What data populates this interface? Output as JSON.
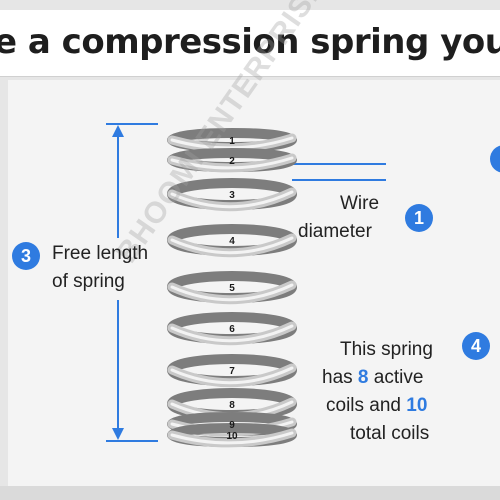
{
  "title": "e a compression spring you m",
  "labels": {
    "free_length_line1": "Free length",
    "free_length_line2": "of spring",
    "wire_line1": "Wire",
    "wire_line2": "diameter",
    "active_prefix": "This spring",
    "active_has": "has",
    "active_count": "8",
    "active_suffix": "active",
    "coils_and": "coils and",
    "total_count": "10",
    "total_suffix": "total coils"
  },
  "badges": {
    "wire": "1",
    "free_length": "3",
    "coils": "4"
  },
  "coil_numbers": [
    "1",
    "2",
    "3",
    "4",
    "5",
    "6",
    "7",
    "8",
    "9",
    "10"
  ],
  "watermark": "BHOOMI ENTERPRISES",
  "colors": {
    "accent": "#2f7be0",
    "text": "#222222"
  }
}
